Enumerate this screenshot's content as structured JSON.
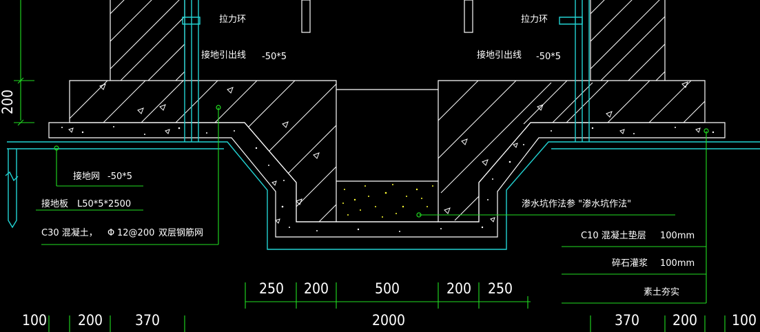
{
  "labels": {
    "pull_ring_left": "拉力环",
    "pull_ring_right": "拉力环",
    "ground_lead_left": "接地引出线",
    "ground_lead_left_spec": "-50*5",
    "ground_lead_right": "接地引出线",
    "ground_lead_right_spec": "-50*5",
    "ground_grid": "接地网",
    "ground_grid_spec": "-50*5",
    "ground_plate": "接地板",
    "ground_plate_spec": "L50*5*2500",
    "concrete": "C30 混凝土，",
    "rebar_symbol": "Φ",
    "rebar_spec": "12@200",
    "rebar_mesh": "双层钢筋网",
    "sump_note": "渗水坑作法参 \"渗水坑作法\"",
    "c10_layer": "C10 混凝土垫层",
    "c10_thickness": "100mm",
    "gravel_layer": "碎石灌浆",
    "gravel_thickness": "100mm",
    "soil_layer": "素土夯实"
  },
  "dimensions": {
    "vertical_200": "200",
    "top_row": [
      "250",
      "200",
      "500",
      "200",
      "250"
    ],
    "total": "2000",
    "bottom_left": [
      "100",
      "200",
      "370"
    ],
    "bottom_right": [
      "370",
      "200",
      "100"
    ]
  },
  "colors": {
    "background": "#000000",
    "linework": "#ffffff",
    "cyan": "#22d3d3",
    "green": "#22e022",
    "aggregate": "#ffff33"
  }
}
